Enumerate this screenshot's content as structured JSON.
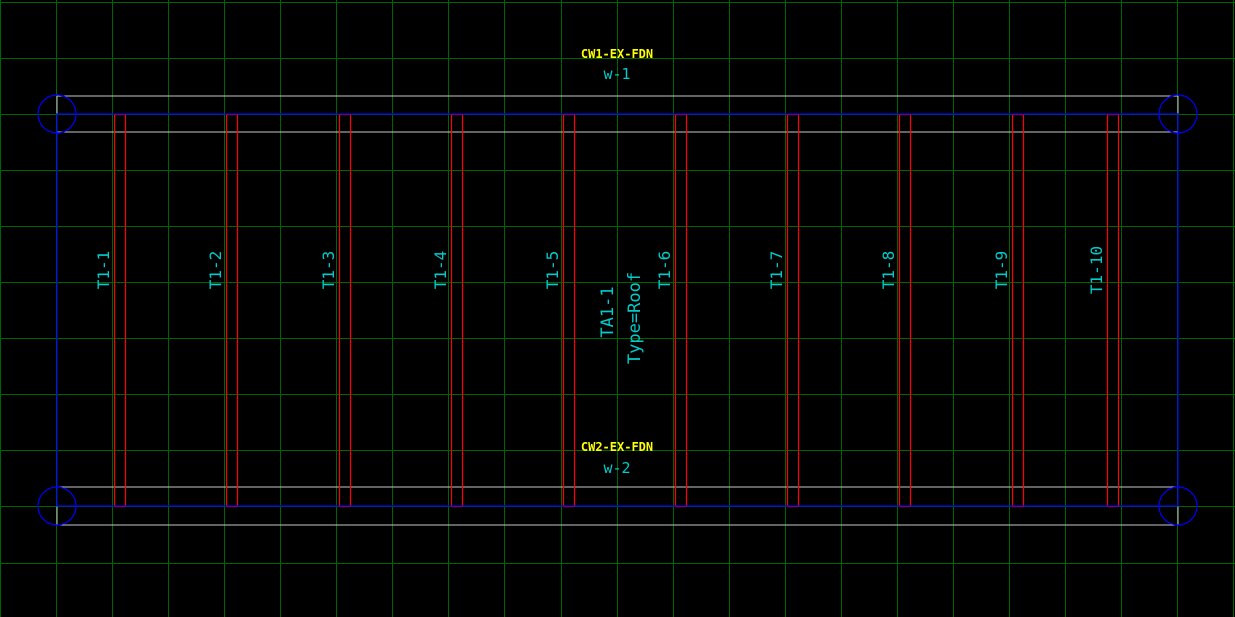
{
  "drawing": {
    "background": "#000000",
    "colors": {
      "grid": "#006400",
      "boundary": "#0000ff",
      "wall_line": "#c8c8c8",
      "truss": "#ff0000",
      "label_yellow": "#ffff00",
      "label_cyan": "#00cccc"
    },
    "walls": [
      {
        "name": "CW1-EX-FDN",
        "tag": "w-1"
      },
      {
        "name": "CW2-EX-FDN",
        "tag": "w-2"
      }
    ],
    "trusses": [
      "T1-1",
      "T1-2",
      "T1-3",
      "T1-4",
      "T1-5",
      "T1-6",
      "T1-7",
      "T1-8",
      "T1-9",
      "T1-10"
    ],
    "area": {
      "name": "TA1-1",
      "type_label": "Type=Roof"
    }
  }
}
